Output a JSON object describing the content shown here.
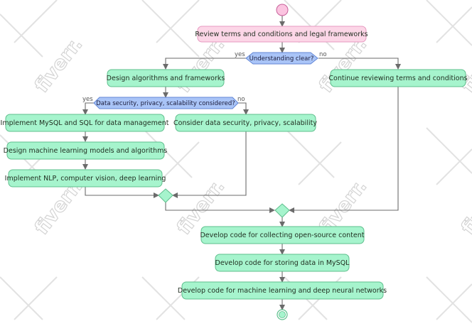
{
  "colors": {
    "start_fill": "#fbc4e0",
    "start_stroke": "#c7609a",
    "review_fill": "#fcd6e7",
    "review_stroke": "#e79ac0",
    "action_fill": "#a6f4cd",
    "action_stroke": "#5fbf8d",
    "decision_fill": "#a9c4f7",
    "decision_stroke": "#6286d6",
    "merge_fill": "#a6f4cd",
    "end_fill": "#a6f4cd",
    "edge": "#6b6b6b",
    "watermark": "#d4d4d4"
  },
  "nodes": {
    "review": "Review terms and conditions and legal frameworks",
    "decision_understanding": "Understanding clear?",
    "design_algorithms": "Design algorithms and frameworks",
    "continue_reviewing": "Continue reviewing terms and conditions",
    "decision_security": "Data security, privacy, scalability considered?",
    "implement_mysql": "Implement MySQL and SQL for data management",
    "consider_security": "Consider data security, privacy, scalability",
    "design_ml": "Design machine learning models and algorithms",
    "implement_nlp": "Implement NLP, computer vision, deep learning",
    "code_collect": "Develop code for collecting open-source content",
    "code_store": "Develop code for storing data in MySQL",
    "code_ml": "Develop code for machine learning and deep neural networks"
  },
  "edge_labels": {
    "understanding_yes": "yes",
    "understanding_no": "no",
    "security_yes": "yes",
    "security_no": "no"
  },
  "watermark": {
    "text": "fiverr."
  }
}
